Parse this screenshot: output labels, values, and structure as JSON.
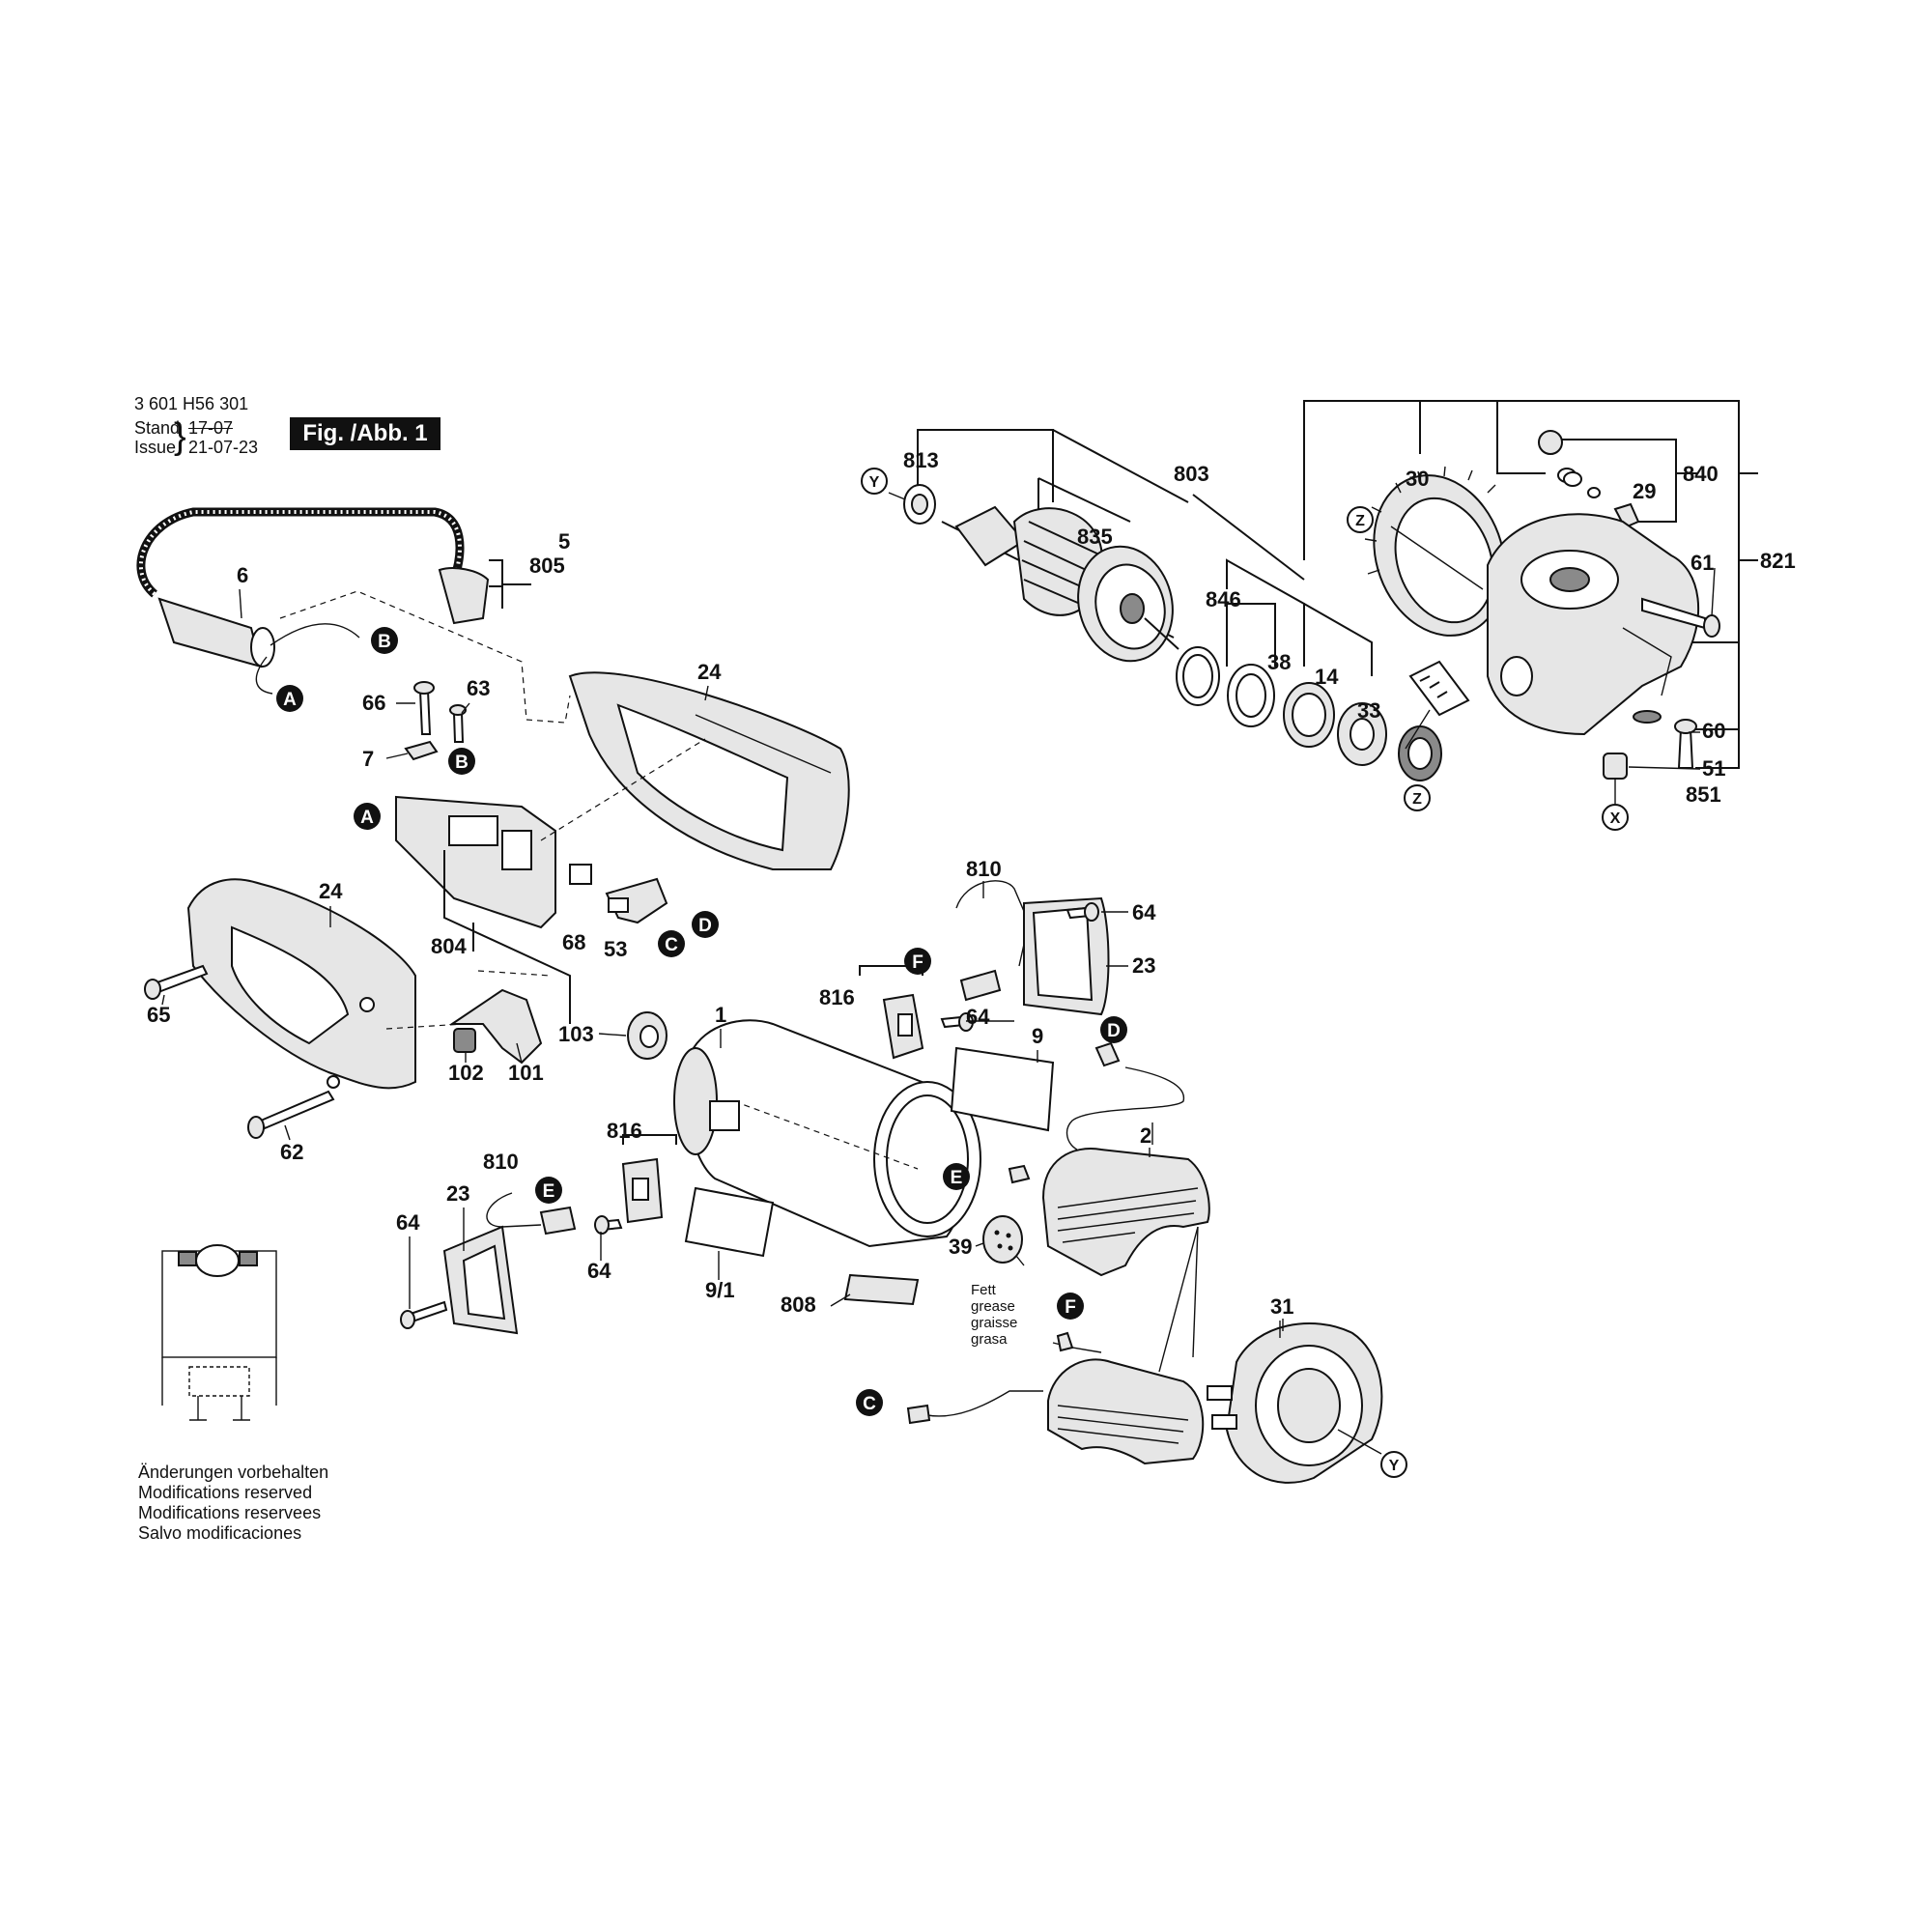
{
  "header": {
    "part_number": "3 601 H56 301",
    "stand_label": "Stand",
    "stand_value": "17-07",
    "issue_label": "Issue",
    "issue_value": "21-07-23",
    "figure_label": "Fig. /Abb. 1"
  },
  "footer": {
    "lines": [
      "Änderungen vorbehalten",
      "Modifications reserved",
      "Modifications reservees",
      "Salvo modificaciones"
    ]
  },
  "parts": {
    "p813": "813",
    "p803": "803",
    "p30": "30",
    "p840": "840",
    "p29": "29",
    "p821": "821",
    "p835": "835",
    "p61": "61",
    "p846": "846",
    "p38": "38",
    "p14": "14",
    "p33": "33",
    "p60": "60",
    "p51": "51",
    "p851": "851",
    "p5": "5",
    "p805": "805",
    "p6": "6",
    "p66": "66",
    "p63": "63",
    "p24a": "24",
    "p7": "7",
    "p804": "804",
    "p68": "68",
    "p53": "53",
    "p24b": "24",
    "p65": "65",
    "p102": "102",
    "p101": "101",
    "p62": "62",
    "p103": "103",
    "p1": "1",
    "p810a": "810",
    "p64a": "64",
    "p23a": "23",
    "p816a": "816",
    "p64b": "64",
    "p9": "9",
    "p2": "2",
    "p816b": "816",
    "p810b": "810",
    "p23b": "23",
    "p64c": "64",
    "p64d": "64",
    "p91": "9/1",
    "p808": "808",
    "p39": "39",
    "p31": "31"
  },
  "connectors": {
    "A": "A",
    "B": "B",
    "C": "C",
    "D": "D",
    "E": "E",
    "F": "F",
    "X": "X",
    "Y": "Y",
    "Z": "Z"
  },
  "grease_note": [
    "Fett",
    "grease",
    "graisse",
    "grasa"
  ]
}
